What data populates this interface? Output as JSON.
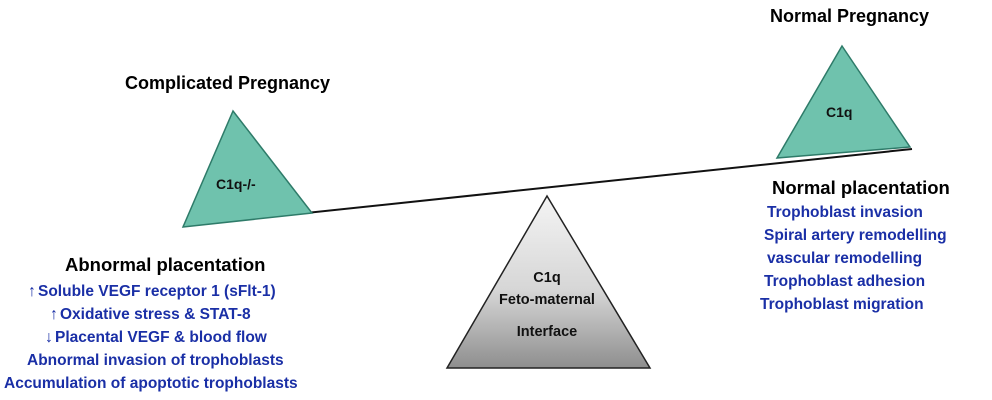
{
  "colors": {
    "teal": "#6fc2ad",
    "teal_dark": "#2e7b69",
    "grey_top": "#f2f2f2",
    "grey_bottom": "#8e8e8e",
    "blue_text": "#1a2fa6"
  },
  "left": {
    "heading": "Complicated Pregnancy",
    "triangle_label": "C1q-/-",
    "section_title": "Abnormal placentation",
    "items": [
      {
        "arrow": "↑",
        "text": "Soluble VEGF receptor 1 (sFlt-1)"
      },
      {
        "arrow": "↑",
        "text": "Oxidative stress & STAT-8"
      },
      {
        "arrow": "↓",
        "text": "Placental VEGF & blood flow"
      },
      {
        "arrow": "",
        "text": "Abnormal invasion of trophoblasts"
      },
      {
        "arrow": "",
        "text": "Accumulation of  apoptotic trophoblasts"
      }
    ]
  },
  "right": {
    "heading": "Normal Pregnancy",
    "triangle_label": "C1q",
    "section_title": "Normal placentation",
    "items": [
      "Trophoblast invasion",
      "Spiral artery remodelling",
      "vascular remodelling",
      "Trophoblast adhesion",
      "Trophoblast migration"
    ]
  },
  "center": {
    "line1": "C1q",
    "line2": "Feto-maternal",
    "line3": "Interface"
  }
}
